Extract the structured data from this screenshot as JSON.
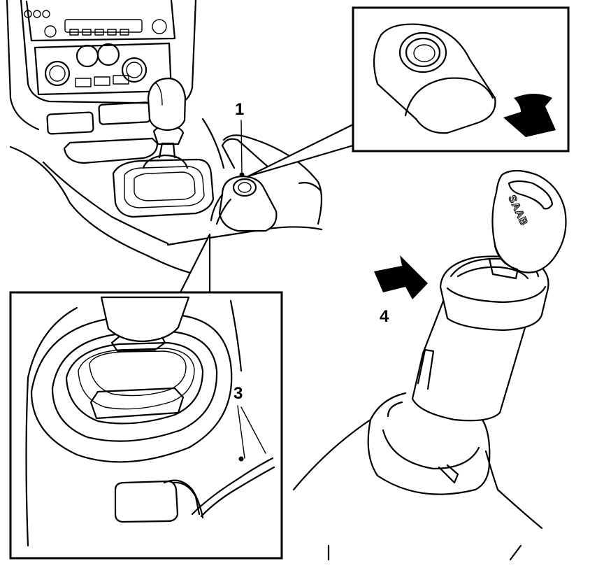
{
  "callouts": {
    "c1": "1",
    "c3": "3",
    "c4": "4"
  },
  "key_logo": "SAAB",
  "colors": {
    "line": "#000000",
    "background": "#ffffff"
  },
  "icons": [
    "arrow-down-icon",
    "arrow-up-icon"
  ]
}
